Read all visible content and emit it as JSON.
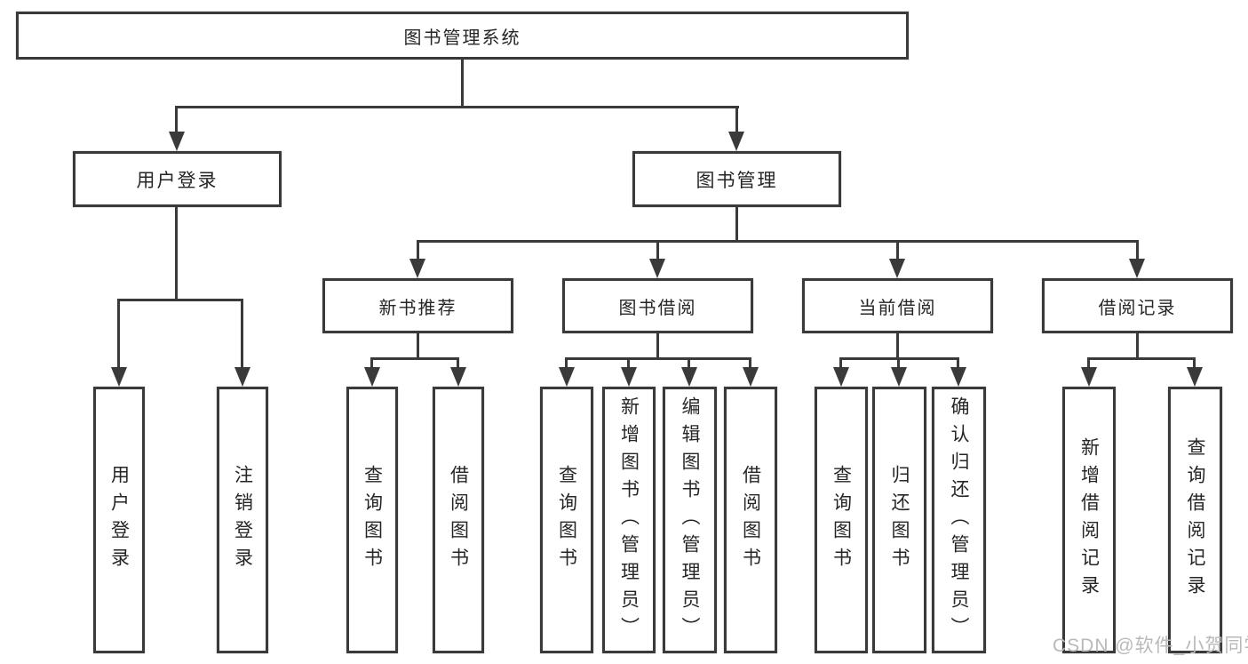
{
  "colors": {
    "line": "#3a3a3a",
    "text": "#262626",
    "watermark": "#b9b9b9",
    "background": "#ffffff"
  },
  "watermark": {
    "text": "CSDN @软件_小贺同学"
  },
  "tree": {
    "label": "图书管理系统",
    "children": [
      {
        "label": "用户登录",
        "children": [
          {
            "label": "用户登录"
          },
          {
            "label": "注销登录"
          }
        ]
      },
      {
        "label": "图书管理",
        "children": [
          {
            "label": "新书推荐",
            "children": [
              {
                "label": "查询图书"
              },
              {
                "label": "借阅图书"
              }
            ]
          },
          {
            "label": "图书借阅",
            "children": [
              {
                "label": "查询图书"
              },
              {
                "label": "新增图书（管理员）"
              },
              {
                "label": "编辑图书（管理员）"
              },
              {
                "label": "借阅图书"
              }
            ]
          },
          {
            "label": "当前借阅",
            "children": [
              {
                "label": "查询图书"
              },
              {
                "label": "归还图书"
              },
              {
                "label": "确认归还（管理员）"
              }
            ]
          },
          {
            "label": "借阅记录",
            "children": [
              {
                "label": "新增借阅记录"
              },
              {
                "label": "查询借阅记录"
              }
            ]
          }
        ]
      }
    ]
  }
}
